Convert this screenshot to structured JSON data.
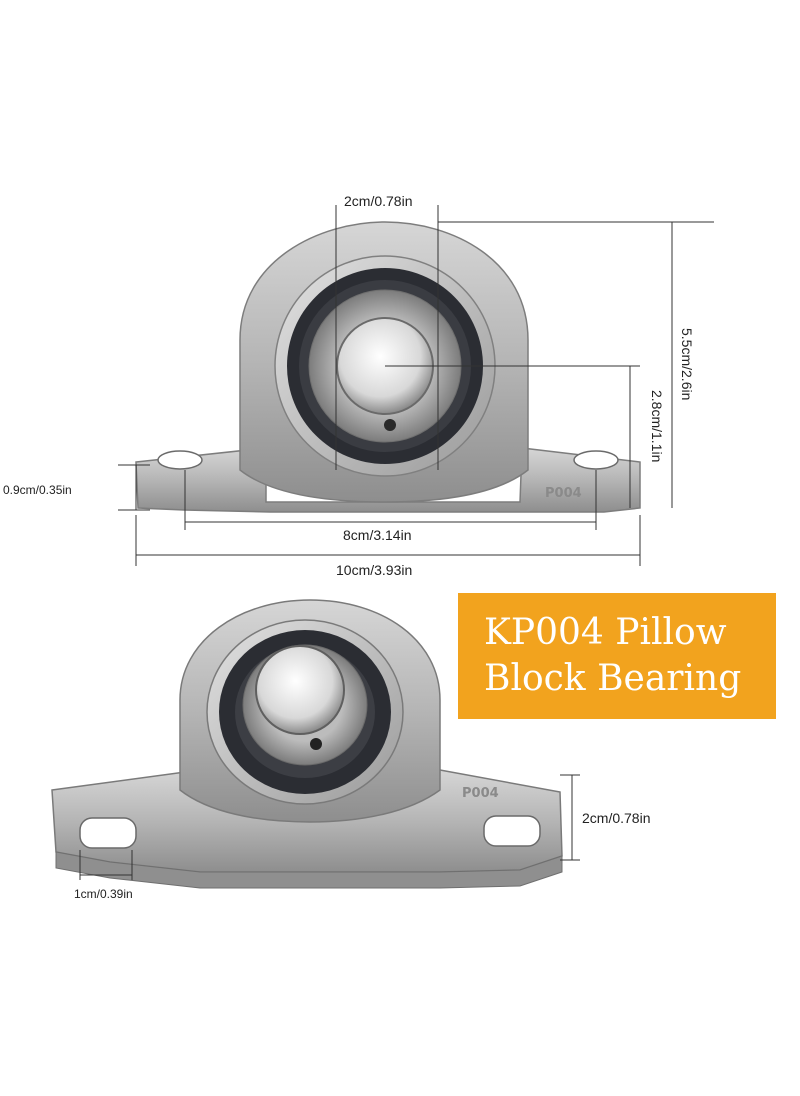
{
  "banner": {
    "line1": "KP004 Pillow",
    "line2": "Block Bearing",
    "background": "#f2a31e",
    "text_color": "#ffffff"
  },
  "housing_mark": "P004",
  "dimensions_top_view": {
    "bore": "2cm/0.78in",
    "total_height": "5.5cm/2.6in",
    "center_height": "2.8cm/1.1in",
    "base_thickness": "0.9cm/0.35in",
    "hole_spacing": "8cm/3.14in",
    "total_length": "10cm/3.93in"
  },
  "dimensions_bottom_view": {
    "base_height": "2cm/0.78in",
    "hole_width": "1cm/0.39in"
  }
}
